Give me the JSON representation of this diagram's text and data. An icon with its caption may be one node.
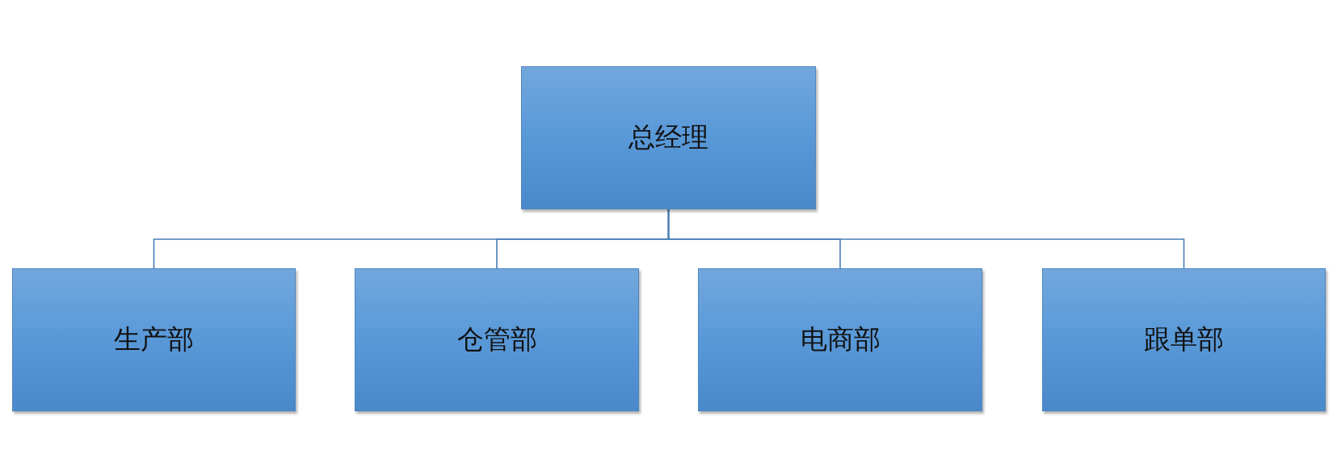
{
  "diagram": {
    "nodes": [
      {
        "text": [
          "总经理"
        ]
      },
      {
        "text": [
          "生产部"
        ]
      },
      {
        "text": [
          "仓管部"
        ]
      },
      {
        "text": [
          "电商部"
        ]
      },
      {
        "text": [
          "跟单部"
        ]
      }
    ],
    "edges": [
      {
        "from": 0,
        "to": 1,
        "arrow": "none"
      },
      {
        "from": 0,
        "to": 2,
        "arrow": "none"
      },
      {
        "from": 0,
        "to": 3,
        "arrow": "none"
      },
      {
        "from": 0,
        "to": 4,
        "arrow": "none"
      }
    ]
  }
}
